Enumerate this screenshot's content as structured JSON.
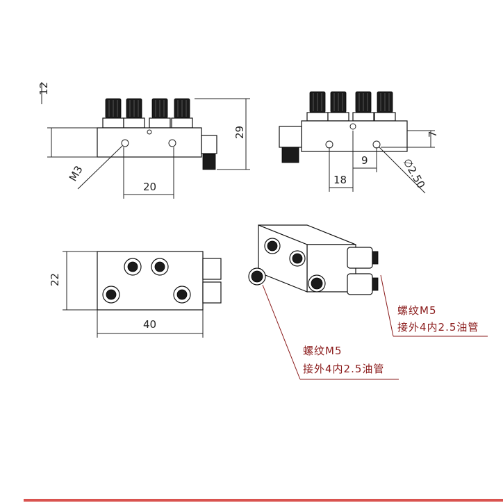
{
  "views": {
    "front": {
      "dims": {
        "height_left": "12",
        "height_total": "29",
        "length_mid": "20",
        "thread": "M3"
      }
    },
    "side": {
      "dims": {
        "spacing_a": "18",
        "spacing_b": "9",
        "offset": "7",
        "hole": "∅2.50"
      }
    },
    "top": {
      "dims": {
        "width": "22",
        "length": "40"
      }
    }
  },
  "callouts": [
    {
      "line1": "螺纹M5",
      "line2": "接外4内2.5油管"
    },
    {
      "line1": "螺纹M5",
      "line2": "接外4内2.5油管"
    }
  ],
  "colors": {
    "ink": "#222222",
    "knob": "#1b1b1b",
    "note": "#8a1a1a",
    "accent_bar": "#d9534f"
  }
}
